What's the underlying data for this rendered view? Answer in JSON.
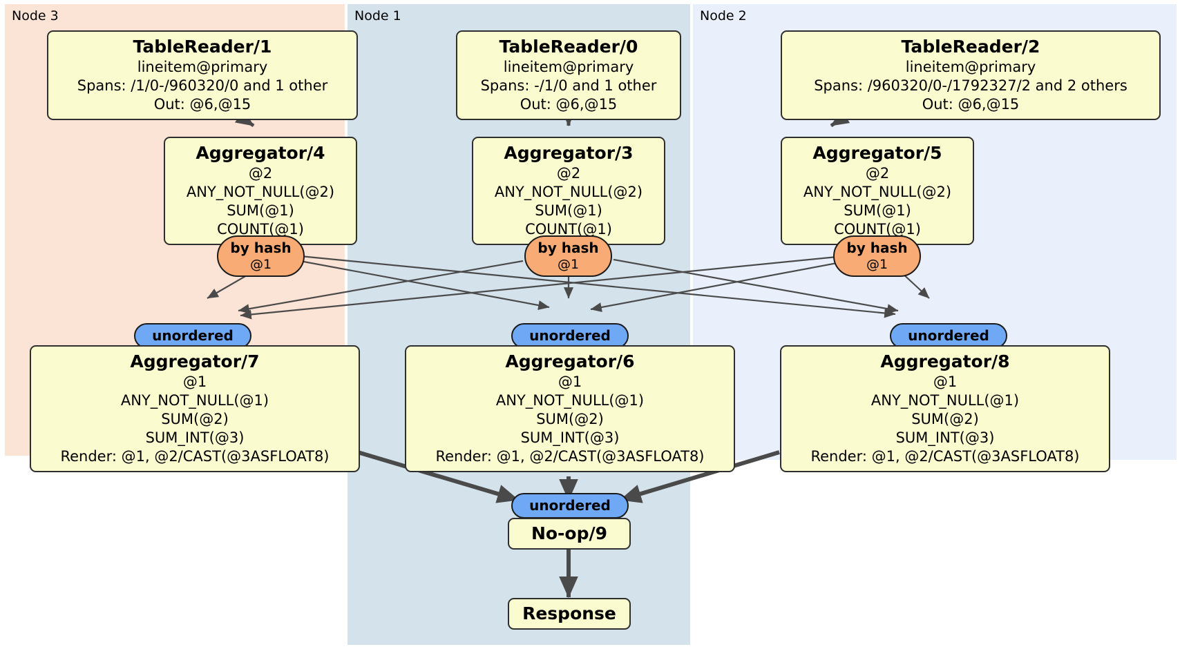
{
  "diagram": {
    "type": "distributed-query-plan",
    "colors": {
      "node3_panel": "#fbe3d5",
      "node1_panel": "#d4e2ec",
      "node2_panel": "#eaf0fb",
      "processor_fill": "#fbfbd0",
      "processor_stroke": "#2e2e2e",
      "hash_router_fill": "#f8ab74",
      "unordered_synchronizer_fill": "#6fa8f5",
      "edge_stroke": "#4a4a4a"
    }
  },
  "panels": [
    {
      "id": "node3",
      "label": "Node 3"
    },
    {
      "id": "node1",
      "label": "Node 1"
    },
    {
      "id": "node2",
      "label": "Node 2"
    }
  ],
  "processors": {
    "tablereader_1": {
      "title": "TableReader/1",
      "lines": [
        "lineitem@primary",
        "Spans: /1/0-/960320/0 and 1 other",
        "Out: @6,@15"
      ]
    },
    "tablereader_0": {
      "title": "TableReader/0",
      "lines": [
        "lineitem@primary",
        "Spans: -/1/0 and 1 other",
        "Out: @6,@15"
      ]
    },
    "tablereader_2": {
      "title": "TableReader/2",
      "lines": [
        "lineitem@primary",
        "Spans: /960320/0-/1792327/2 and 2 others",
        "Out: @6,@15"
      ]
    },
    "aggregator_4": {
      "title": "Aggregator/4",
      "lines": [
        "@2",
        "ANY_NOT_NULL(@2)",
        "SUM(@1)",
        "COUNT(@1)"
      ]
    },
    "aggregator_3": {
      "title": "Aggregator/3",
      "lines": [
        "@2",
        "ANY_NOT_NULL(@2)",
        "SUM(@1)",
        "COUNT(@1)"
      ]
    },
    "aggregator_5": {
      "title": "Aggregator/5",
      "lines": [
        "@2",
        "ANY_NOT_NULL(@2)",
        "SUM(@1)",
        "COUNT(@1)"
      ]
    },
    "aggregator_7": {
      "title": "Aggregator/7",
      "lines": [
        "@1",
        "ANY_NOT_NULL(@1)",
        "SUM(@2)",
        "SUM_INT(@3)",
        "Render: @1, @2/CAST(@3ASFLOAT8)"
      ]
    },
    "aggregator_6": {
      "title": "Aggregator/6",
      "lines": [
        "@1",
        "ANY_NOT_NULL(@1)",
        "SUM(@2)",
        "SUM_INT(@3)",
        "Render: @1, @2/CAST(@3ASFLOAT8)"
      ]
    },
    "aggregator_8": {
      "title": "Aggregator/8",
      "lines": [
        "@1",
        "ANY_NOT_NULL(@1)",
        "SUM(@2)",
        "SUM_INT(@3)",
        "Render: @1, @2/CAST(@3ASFLOAT8)"
      ]
    },
    "noop_9": {
      "title": "No-op/9",
      "lines": []
    },
    "response": {
      "title": "Response",
      "lines": []
    }
  },
  "routers": {
    "hash_left": {
      "label": "by hash",
      "sub": "@1"
    },
    "hash_mid": {
      "label": "by hash",
      "sub": "@1"
    },
    "hash_right": {
      "label": "by hash",
      "sub": "@1"
    },
    "unordered_left": {
      "label": "unordered"
    },
    "unordered_mid": {
      "label": "unordered"
    },
    "unordered_right": {
      "label": "unordered"
    },
    "unordered_final": {
      "label": "unordered"
    }
  }
}
